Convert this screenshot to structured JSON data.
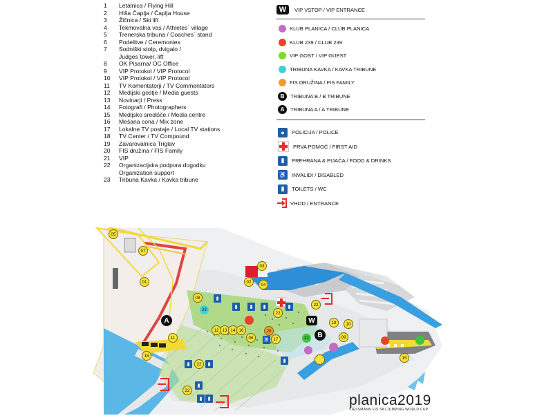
{
  "numbered_legend": [
    {
      "n": "1",
      "text": "Letalnica / Flying Hill"
    },
    {
      "n": "2",
      "text": "Hiša Čaplja / Čaplja House"
    },
    {
      "n": "3",
      "text": "Žičnica / Ski lift"
    },
    {
      "n": "4",
      "text": "Tekmovalna vas / Athletes` village"
    },
    {
      "n": "5",
      "text": "Trenerska tribuna / Coaches` stand"
    },
    {
      "n": "6",
      "text": "Podelitve / Ceremonies"
    },
    {
      "n": "7",
      "text": "Sodniški stolp, dvigalo /"
    },
    {
      "n": "",
      "text": "Judges`tower, lift"
    },
    {
      "n": "8",
      "text": "OK Pisarna/ OC Office"
    },
    {
      "n": "9",
      "text": "VIP Protokol / VIP Protocol"
    },
    {
      "n": "10",
      "text": "VIP Protokol / VIP Protocol"
    },
    {
      "n": "11",
      "text": "TV Komentatorji / TV Commentators"
    },
    {
      "n": "12",
      "text": "Medijski gostje / Media guests"
    },
    {
      "n": "13",
      "text": "Novinarji / Press"
    },
    {
      "n": "14",
      "text": "Fotografi / Photographers"
    },
    {
      "n": "15",
      "text": "Medijsko središče / Media centre"
    },
    {
      "n": "16",
      "text": "Mešana cona / Mix zone"
    },
    {
      "n": "17",
      "text": "Lokalne TV postaje / Local TV stations"
    },
    {
      "n": "18",
      "text": "TV Center / TV Compound"
    },
    {
      "n": "19",
      "text": "Zavarovalnica Triglav"
    },
    {
      "n": "20",
      "text": "FIS družina / FIS Family"
    },
    {
      "n": "21",
      "text": "VIP"
    },
    {
      "n": "22",
      "text": "Organizacijska podpora dogodku"
    },
    {
      "n": "",
      "text": "Organization support"
    },
    {
      "n": "23",
      "text": "Tribuna Kavka / Kavka tribune"
    }
  ],
  "vip_entrance": {
    "badge": "W",
    "label": "VIP VSTOP / VIP ENTRANCE"
  },
  "zones": [
    {
      "color": "#c46bc6",
      "label": "KLUB PLANICA / CLUB PLANICA"
    },
    {
      "color": "#e8432c",
      "label": "KLUB 239 / CLUB 239"
    },
    {
      "color": "#7ddc2a",
      "label": "VIP GOST / VIP GUEST"
    },
    {
      "color": "#3fd0d8",
      "label": "TRIBUNA KAVKA / KAVKA TRIBUNE"
    },
    {
      "color": "#f29a2e",
      "label": "FIS DRUŽINA / FIS FAMILY"
    }
  ],
  "tribunes": [
    {
      "badge": "B",
      "label": "TRIBUNA B / B TRIBUNE"
    },
    {
      "badge": "A",
      "label": "TRIBUNA A / A TRIBUNE"
    }
  ],
  "services": [
    {
      "icon": "police-icon",
      "label": "POLICIJA / POLICE"
    },
    {
      "icon": "first-aid-icon",
      "label": "PRVA POMOČ / FIRST AID"
    },
    {
      "icon": "food-drinks-icon",
      "label": "PREHRANA & PIJAČA / FOOD & DRINKS"
    },
    {
      "icon": "disabled-icon",
      "label": "INVALIDI / DISABLED"
    },
    {
      "icon": "toilet-icon",
      "label": "TOILETS / WC"
    },
    {
      "icon": "entrance-icon",
      "label": "VHOD / ENTRANCE"
    }
  ],
  "map_markers": [
    "05",
    "07",
    "01",
    "03",
    "02",
    "04",
    "08",
    "23",
    "11",
    "12",
    "13",
    "14",
    "16",
    "06",
    "20",
    "17",
    "22",
    "19",
    "10",
    "09",
    "21",
    "15",
    "18",
    "22",
    "22",
    "22"
  ],
  "map_badges": {
    "a": "A",
    "b": "B",
    "w": "W"
  },
  "logo": {
    "title": "planica2019",
    "subtitle": "VIESSMANN FIS SKI JUMPING WORLD CUP"
  }
}
